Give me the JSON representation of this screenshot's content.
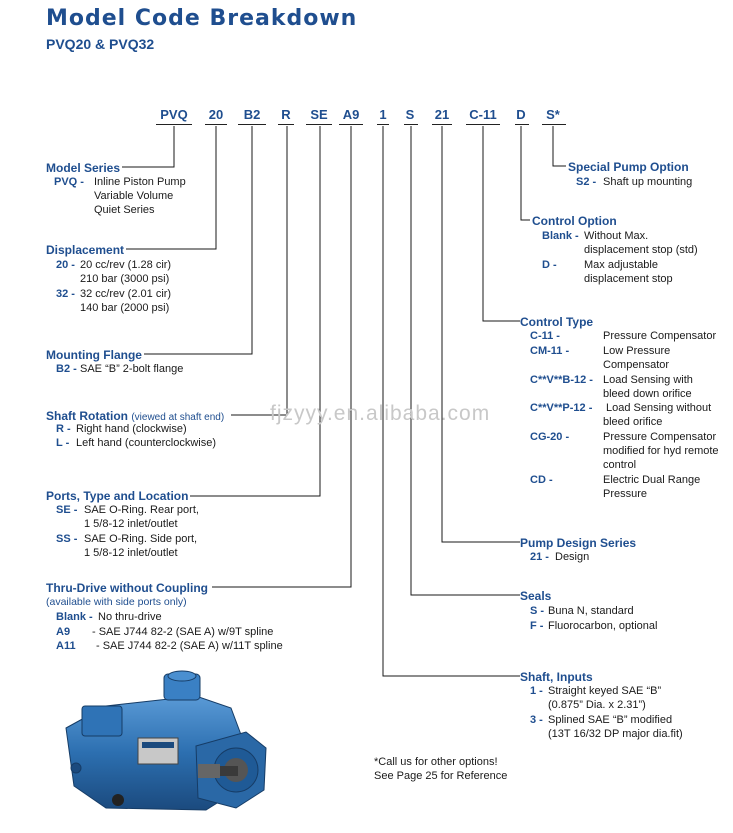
{
  "header": {
    "title": "Model Code Breakdown",
    "subtitle": "PVQ20 & PVQ32"
  },
  "codes": [
    "PVQ",
    "20",
    "B2",
    "R",
    "SE",
    "A9",
    "1",
    "S",
    "21",
    "C-11",
    "D",
    "S*"
  ],
  "left": {
    "model_series": {
      "title": "Model Series",
      "key": "PVQ -",
      "lines": [
        "Inline Piston Pump",
        "Variable Volume",
        "Quiet Series"
      ]
    },
    "displacement": {
      "title": "Displacement",
      "k1": "20 -",
      "v1a": "20 cc/rev (1.28 cir)",
      "v1b": "210 bar (3000 psi)",
      "k2": "32 -",
      "v2a": "32 cc/rev (2.01 cir)",
      "v2b": "140 bar (2000 psi)"
    },
    "mounting": {
      "title": "Mounting Flange",
      "key": "B2 -",
      "value": "SAE “B” 2-bolt flange"
    },
    "rotation": {
      "title": "Shaft Rotation",
      "note": "(viewed at shaft end)",
      "k1": "R -",
      "v1": "Right hand (clockwise)",
      "k2": "L -",
      "v2": "Left hand (counterclockwise)"
    },
    "ports": {
      "title": "Ports, Type and Location",
      "k1": "SE -",
      "v1a": "SAE O-Ring. Rear port,",
      "v1b": "1 5/8-12 inlet/outlet",
      "k2": "SS -",
      "v2a": "SAE O-Ring. Side port,",
      "v2b": "1 5/8-12 inlet/outlet"
    },
    "thru": {
      "title": "Thru-Drive without Coupling",
      "note": "(available with side ports only)",
      "k1": "Blank -",
      "v1": "No thru-drive",
      "k2": "A9",
      "v2": "- SAE J744 82-2 (SAE A) w/9T spline",
      "k3": "A11",
      "v3": "- SAE J744 82-2 (SAE A) w/11T spline"
    }
  },
  "right": {
    "special": {
      "title": "Special Pump Option",
      "key": "S2 -",
      "value": "Shaft up mounting"
    },
    "control_option": {
      "title": "Control Option",
      "k1": "Blank -",
      "v1a": "Without Max.",
      "v1b": "displacement stop (std)",
      "k2": "D -",
      "v2a": "Max adjustable",
      "v2b": "displacement stop"
    },
    "control_type": {
      "title": "Control Type",
      "rows": [
        {
          "key": "C-11 -",
          "lines": [
            "Pressure Compensator"
          ]
        },
        {
          "key": "CM-11 -",
          "lines": [
            "Low Pressure",
            "Compensator"
          ]
        },
        {
          "key": "C**V**B-12 -",
          "lines": [
            "Load Sensing with",
            "bleed down orifice"
          ]
        },
        {
          "key": "C**V**P-12 -",
          "lines": [
            "Load Sensing without",
            "bleed orifice"
          ]
        },
        {
          "key": "CG-20 -",
          "lines": [
            "Pressure Compensator",
            "modified for hyd remote",
            "control"
          ]
        },
        {
          "key": "CD -",
          "lines": [
            "Electric Dual Range",
            "Pressure"
          ]
        }
      ]
    },
    "design": {
      "title": "Pump Design Series",
      "key": "21 -",
      "value": "Design"
    },
    "seals": {
      "title": "Seals",
      "k1": "S -",
      "v1": "Buna N, standard",
      "k2": "F -",
      "v2": "Fluorocarbon, optional"
    },
    "shaft": {
      "title": "Shaft, Inputs",
      "k1": "1 -",
      "v1a": "Straight keyed SAE “B”",
      "v1b": "(0.875” Dia. x 2.31”)",
      "k2": "3 -",
      "v2a": "Splined SAE “B” modified",
      "v2b": "(13T 16/32 DP major dia.fit)"
    }
  },
  "footer": {
    "line1": "*Call us for other options!",
    "line2": "See Page 25 for Reference"
  },
  "watermark": "fjzyyy.en.alibaba.com",
  "colors": {
    "accent": "#1f4e8f",
    "pump_body": "#2c6fb0"
  }
}
